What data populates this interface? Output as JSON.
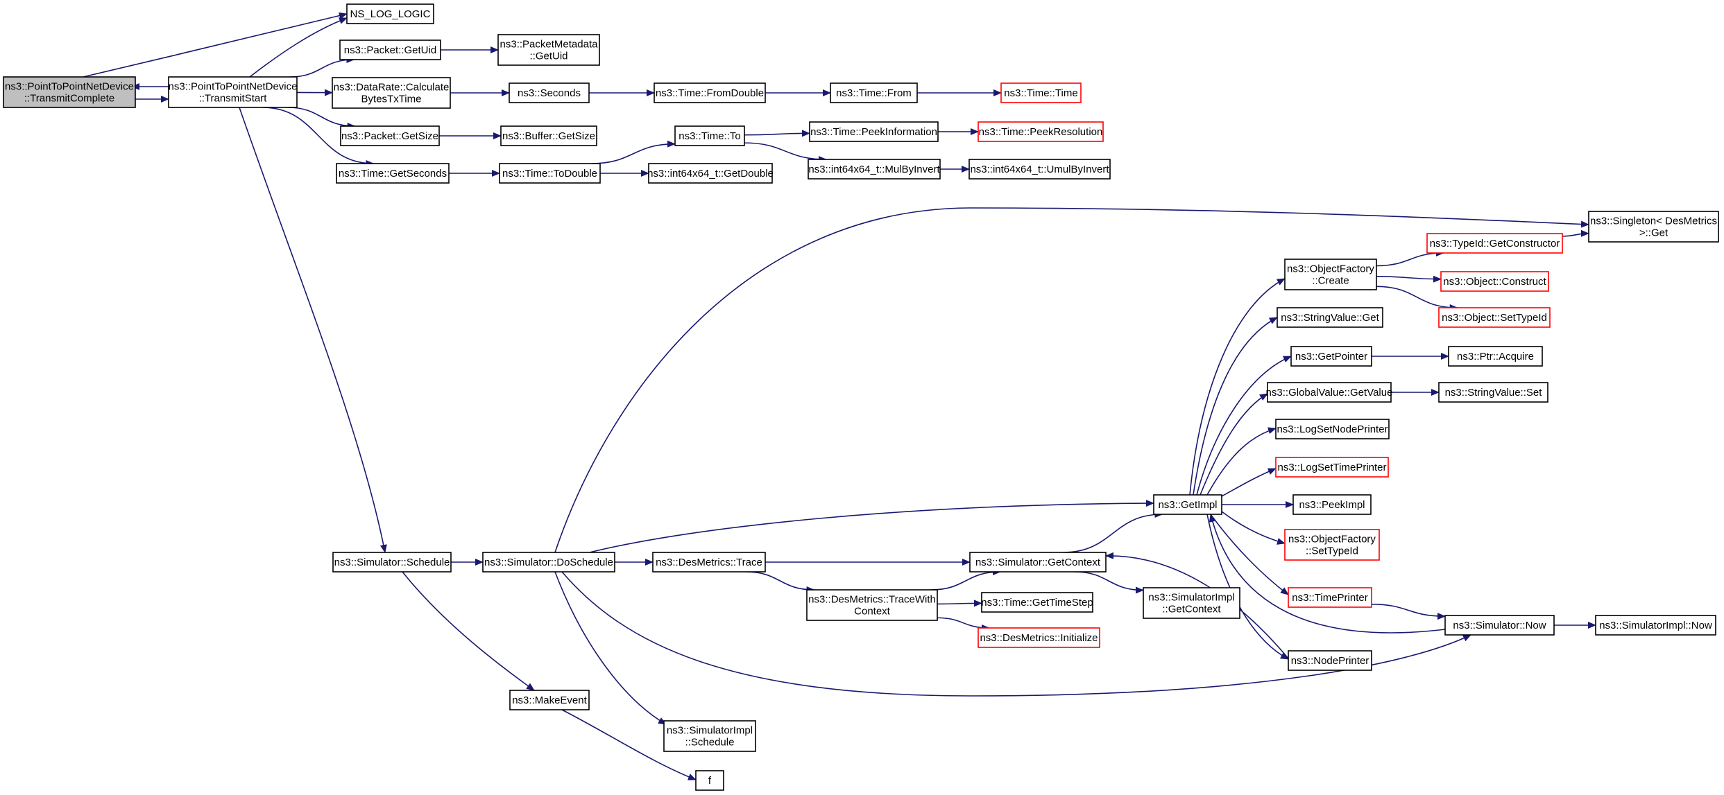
{
  "colors": {
    "edge": "#191970",
    "node_border": "#000000",
    "truncated_border": "#ff0000",
    "current_fill": "#bfbfbf"
  },
  "nodes": [
    {
      "id": "tc",
      "lines": [
        "ns3::PointToPointNetDevice",
        "::TransmitComplete"
      ],
      "current": true
    },
    {
      "id": "ts",
      "lines": [
        "ns3::PointToPointNetDevice",
        "::TransmitStart"
      ]
    },
    {
      "id": "nslog",
      "lines": [
        "NS_LOG_LOGIC"
      ]
    },
    {
      "id": "pgu",
      "lines": [
        "ns3::Packet::GetUid"
      ]
    },
    {
      "id": "pmgu",
      "lines": [
        "ns3::PacketMetadata",
        "::GetUid"
      ]
    },
    {
      "id": "drc",
      "lines": [
        "ns3::DataRate::Calculate",
        "BytesTxTime"
      ]
    },
    {
      "id": "sec",
      "lines": [
        "ns3::Seconds"
      ]
    },
    {
      "id": "tfd",
      "lines": [
        "ns3::Time::FromDouble"
      ]
    },
    {
      "id": "tfrom",
      "lines": [
        "ns3::Time::From"
      ]
    },
    {
      "id": "ttime",
      "lines": [
        "ns3::Time::Time"
      ],
      "truncated": true
    },
    {
      "id": "pgs",
      "lines": [
        "ns3::Packet::GetSize"
      ]
    },
    {
      "id": "bgs",
      "lines": [
        "ns3::Buffer::GetSize"
      ]
    },
    {
      "id": "tto",
      "lines": [
        "ns3::Time::To"
      ]
    },
    {
      "id": "tpi",
      "lines": [
        "ns3::Time::PeekInformation"
      ]
    },
    {
      "id": "tpr",
      "lines": [
        "ns3::Time::PeekResolution"
      ],
      "truncated": true
    },
    {
      "id": "tgs",
      "lines": [
        "ns3::Time::GetSeconds"
      ]
    },
    {
      "id": "ttd",
      "lines": [
        "ns3::Time::ToDouble"
      ]
    },
    {
      "id": "igd",
      "lines": [
        "ns3::int64x64_t::GetDouble"
      ]
    },
    {
      "id": "imbi",
      "lines": [
        "ns3::int64x64_t::MulByInvert"
      ]
    },
    {
      "id": "iumbi",
      "lines": [
        "ns3::int64x64_t::UmulByInvert"
      ]
    },
    {
      "id": "sing",
      "lines": [
        "ns3::Singleton< DesMetrics",
        ">::Get"
      ]
    },
    {
      "id": "tigc",
      "lines": [
        "ns3::TypeId::GetConstructor"
      ],
      "truncated": true
    },
    {
      "id": "ofc",
      "lines": [
        "ns3::ObjectFactory",
        "::Create"
      ]
    },
    {
      "id": "oc",
      "lines": [
        "ns3::Object::Construct"
      ],
      "truncated": true
    },
    {
      "id": "ost",
      "lines": [
        "ns3::Object::SetTypeId"
      ],
      "truncated": true
    },
    {
      "id": "svg",
      "lines": [
        "ns3::StringValue::Get"
      ]
    },
    {
      "id": "gp",
      "lines": [
        "ns3::GetPointer"
      ]
    },
    {
      "id": "pacq",
      "lines": [
        "ns3::Ptr::Acquire"
      ]
    },
    {
      "id": "gvgv",
      "lines": [
        "ns3::GlobalValue::GetValue"
      ]
    },
    {
      "id": "svs",
      "lines": [
        "ns3::StringValue::Set"
      ]
    },
    {
      "id": "lsnp",
      "lines": [
        "ns3::LogSetNodePrinter"
      ]
    },
    {
      "id": "lstp",
      "lines": [
        "ns3::LogSetTimePrinter"
      ],
      "truncated": true
    },
    {
      "id": "gi",
      "lines": [
        "ns3::GetImpl"
      ]
    },
    {
      "id": "pi",
      "lines": [
        "ns3::PeekImpl"
      ]
    },
    {
      "id": "ofst",
      "lines": [
        "ns3::ObjectFactory",
        "::SetTypeId"
      ],
      "truncated": true
    },
    {
      "id": "tp",
      "lines": [
        "ns3::TimePrinter"
      ],
      "truncated": true
    },
    {
      "id": "sch",
      "lines": [
        "ns3::Simulator::Schedule"
      ]
    },
    {
      "id": "dos",
      "lines": [
        "ns3::Simulator::DoSchedule"
      ]
    },
    {
      "id": "dmt",
      "lines": [
        "ns3::DesMetrics::Trace"
      ]
    },
    {
      "id": "sgc",
      "lines": [
        "ns3::Simulator::GetContext"
      ]
    },
    {
      "id": "dmtwc",
      "lines": [
        "ns3::DesMetrics::TraceWith",
        "Context"
      ]
    },
    {
      "id": "tgts",
      "lines": [
        "ns3::Time::GetTimeStep"
      ]
    },
    {
      "id": "dmi",
      "lines": [
        "ns3::DesMetrics::Initialize"
      ],
      "truncated": true
    },
    {
      "id": "sigc",
      "lines": [
        "ns3::SimulatorImpl",
        "::GetContext"
      ]
    },
    {
      "id": "snow",
      "lines": [
        "ns3::Simulator::Now"
      ]
    },
    {
      "id": "sinow",
      "lines": [
        "ns3::SimulatorImpl::Now"
      ]
    },
    {
      "id": "np",
      "lines": [
        "ns3::NodePrinter"
      ]
    },
    {
      "id": "me",
      "lines": [
        "ns3::MakeEvent"
      ]
    },
    {
      "id": "sis",
      "lines": [
        "ns3::SimulatorImpl",
        "::Schedule"
      ]
    },
    {
      "id": "f",
      "lines": [
        "f"
      ]
    }
  ],
  "edges": [
    [
      "tc",
      "ts"
    ],
    [
      "ts",
      "tc"
    ],
    [
      "tc",
      "nslog"
    ],
    [
      "ts",
      "nslog"
    ],
    [
      "ts",
      "pgu"
    ],
    [
      "pgu",
      "pmgu"
    ],
    [
      "ts",
      "drc"
    ],
    [
      "drc",
      "sec"
    ],
    [
      "sec",
      "tfd"
    ],
    [
      "tfd",
      "tfrom"
    ],
    [
      "tfrom",
      "ttime"
    ],
    [
      "ts",
      "pgs"
    ],
    [
      "pgs",
      "bgs"
    ],
    [
      "ts",
      "tgs"
    ],
    [
      "tgs",
      "ttd"
    ],
    [
      "ttd",
      "tto"
    ],
    [
      "ttd",
      "igd"
    ],
    [
      "tto",
      "tpi"
    ],
    [
      "tpi",
      "tpr"
    ],
    [
      "tto",
      "imbi"
    ],
    [
      "imbi",
      "iumbi"
    ],
    [
      "ts",
      "sch"
    ],
    [
      "sch",
      "dos"
    ],
    [
      "sch",
      "me"
    ],
    [
      "me",
      "f"
    ],
    [
      "dos",
      "sing"
    ],
    [
      "dos",
      "gi"
    ],
    [
      "dos",
      "dmt"
    ],
    [
      "dos",
      "sis"
    ],
    [
      "dos",
      "snow"
    ],
    [
      "dmt",
      "sgc"
    ],
    [
      "dmt",
      "dmtwc"
    ],
    [
      "dmtwc",
      "sgc"
    ],
    [
      "dmtwc",
      "tgts"
    ],
    [
      "dmtwc",
      "dmi"
    ],
    [
      "sgc",
      "gi"
    ],
    [
      "sgc",
      "sigc"
    ],
    [
      "gi",
      "ofc"
    ],
    [
      "gi",
      "svg"
    ],
    [
      "gi",
      "gp"
    ],
    [
      "gi",
      "gvgv"
    ],
    [
      "gi",
      "lsnp"
    ],
    [
      "gi",
      "lstp"
    ],
    [
      "gi",
      "pi"
    ],
    [
      "gi",
      "ofst"
    ],
    [
      "gi",
      "tp"
    ],
    [
      "gi",
      "np"
    ],
    [
      "ofc",
      "tigc"
    ],
    [
      "ofc",
      "oc"
    ],
    [
      "ofc",
      "ost"
    ],
    [
      "tigc",
      "sing"
    ],
    [
      "gp",
      "pacq"
    ],
    [
      "gvgv",
      "svs"
    ],
    [
      "tp",
      "snow"
    ],
    [
      "snow",
      "gi"
    ],
    [
      "snow",
      "sinow"
    ],
    [
      "np",
      "sgc"
    ]
  ]
}
